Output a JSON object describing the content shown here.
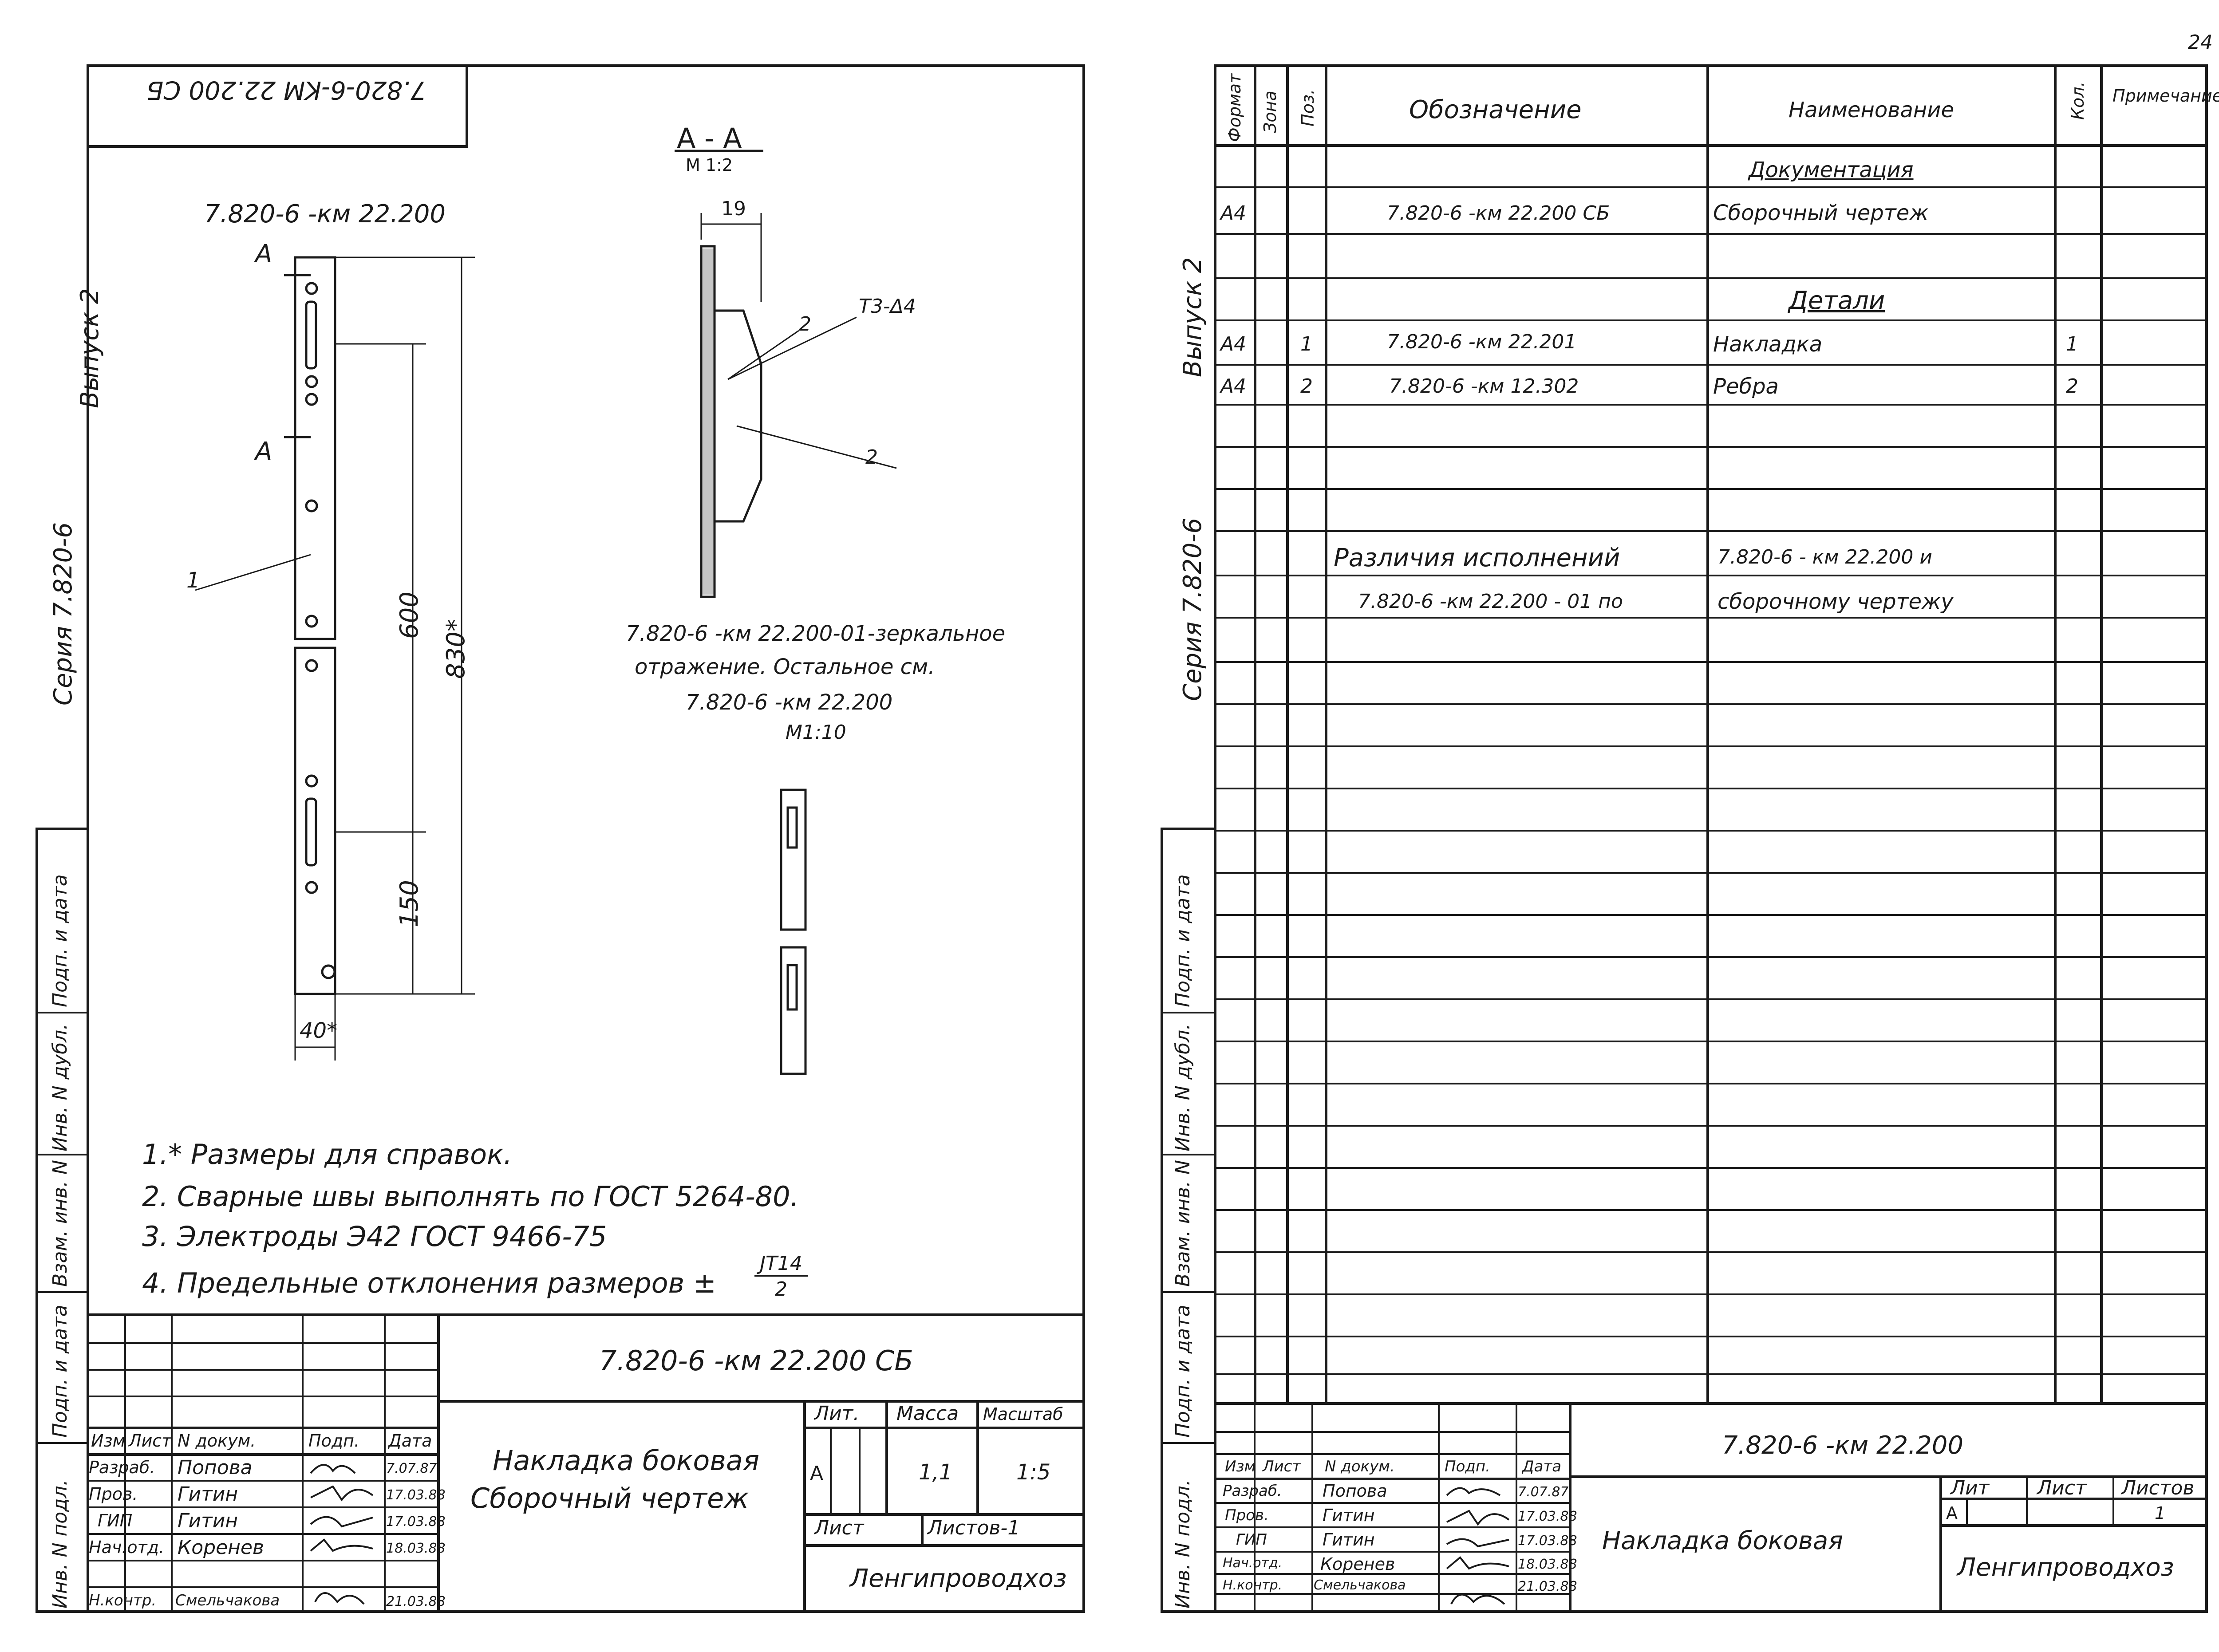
{
  "page_number": "24",
  "left": {
    "stamp_top": "7.820-6-KM 22.200 СБ",
    "left_margin": {
      "series": "Серия 7.820-6",
      "issue": "Выпуск 2"
    },
    "side_cells": [
      "Инв. N подл.",
      "Подп. и дата",
      "Взам. инв. N",
      "Инв. N дубл.",
      "Подп. и дата"
    ],
    "drawing_title": "7.820-6 -км 22.200",
    "section_label": "А - А",
    "section_scale": "М 1:2",
    "dim_19": "19",
    "weld": "Т3-Δ4",
    "cut_mark_a": "А",
    "callout_1": "1",
    "callout_2": "2",
    "dim_600": "600",
    "dim_830": "830*",
    "dim_150": "150",
    "dim_40": "40*",
    "mirror_note": [
      "7.820-6 -км 22.200-01-зеркальное",
      "отражение. Остальное см.",
      "7.820-6 -км 22.200",
      "М1:10"
    ],
    "notes": [
      "1.* Размеры для справок.",
      "2. Сварные швы выполнять по ГОСТ 5264-80.",
      "3. Электроды Э42 ГОСТ 9466-75",
      "4. Предельные отклонения размеров ±"
    ],
    "tolerance_num": "JT14",
    "tolerance_den": "2",
    "title_block": {
      "code": "7.820-6 -км 22.200 СБ",
      "name_line1": "Накладка боковая",
      "name_line2": "Сборочный чертеж",
      "headers": [
        "Изм",
        "Лист",
        "N докум.",
        "Подп.",
        "Дата"
      ],
      "col_lit": "Лит.",
      "col_mass": "Масса",
      "col_scale": "Масштаб",
      "lit": "А",
      "mass": "1,1",
      "scale": "1:5",
      "sheet": "Лист",
      "sheets": "Листов-1",
      "org": "Ленгипроводхоз",
      "rows": [
        {
          "role": "Разраб.",
          "name": "Попова",
          "date": "7.07.87"
        },
        {
          "role": "Пров.",
          "name": "Гитин",
          "date": "17.03.88"
        },
        {
          "role": "ГИП",
          "name": "Гитин",
          "date": "17.03.88"
        },
        {
          "role": "Нач.отд.",
          "name": "Коренев",
          "date": "18.03.88"
        },
        {
          "role": "Н.контр.",
          "name": "Смельчакова",
          "date": "21.03.88"
        }
      ]
    }
  },
  "right": {
    "left_margin": {
      "series": "Серия 7.820-6",
      "issue": "Выпуск 2"
    },
    "side_cells": [
      "Инв. N подл.",
      "Подп. и дата",
      "Взам. инв. N",
      "Инв. N дубл.",
      "Подп. и дата"
    ],
    "headers": {
      "format": "Формат",
      "zone": "Зона",
      "pos": "Поз.",
      "designation": "Обозначение",
      "name": "Наименование",
      "qty": "Кол.",
      "note": "Примечание"
    },
    "sections": {
      "docs": "Документация",
      "parts": "Детали"
    },
    "rows": [
      {
        "format": "А4",
        "pos": "",
        "designation": "7.820-6 -км 22.200 СБ",
        "name": "Сборочный чертеж",
        "qty": ""
      },
      {
        "format": "А4",
        "pos": "1",
        "designation": "7.820-6 -км 22.201",
        "name": "Накладка",
        "qty": "1"
      },
      {
        "format": "А4",
        "pos": "2",
        "designation": "7.820-6 -км 12.302",
        "name": "Ребра",
        "qty": "2"
      }
    ],
    "diff_line1_left": "Различия исполнений",
    "diff_line1_right": "7.820-6 - км 22.200 и",
    "diff_line2_left": "7.820-6 -км 22.200 - 01 по",
    "diff_line2_right": "сборочному чертежу",
    "title_block": {
      "code": "7.820-6 -км 22.200",
      "name": "Накладка боковая",
      "headers": [
        "Изм",
        "Лист",
        "N докум.",
        "Подп.",
        "Дата"
      ],
      "col_lit": "Лит",
      "col_sheet": "Лист",
      "col_sheets": "Листов",
      "lit": "А",
      "sheets": "1",
      "org": "Ленгипроводхоз",
      "rows": [
        {
          "role": "Разраб.",
          "name": "Попова",
          "date": "7.07.87"
        },
        {
          "role": "Пров.",
          "name": "Гитин",
          "date": "17.03.88"
        },
        {
          "role": "ГИП",
          "name": "Гитин",
          "date": "17.03.88"
        },
        {
          "role": "Нач.отд.",
          "name": "Коренев",
          "date": "18.03.88"
        },
        {
          "role": "Н.контр.",
          "name": "Смельчакова",
          "date": "21.03.88"
        }
      ]
    }
  }
}
